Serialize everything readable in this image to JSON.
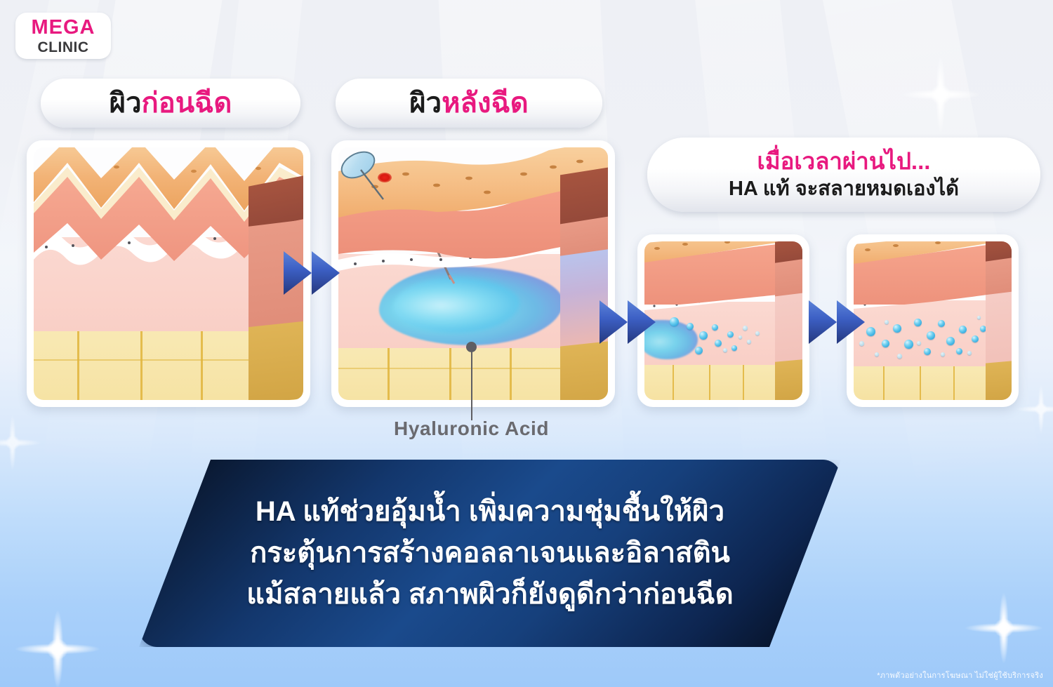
{
  "brand": {
    "logo_line1": "MEGA",
    "logo_line2": "CLINIC",
    "pink": "#e8197f",
    "dark": "#3a3a3c"
  },
  "labels": {
    "before": {
      "prefix": "ผิว",
      "highlight": "ก่อนฉีด"
    },
    "after": {
      "prefix": "ผิว",
      "highlight": "หลังฉีด"
    },
    "overtime": {
      "line1": "เมื่อเวลาผ่านไป...",
      "line2": "HA แท้ จะสลายหมดเองได้"
    }
  },
  "callout": {
    "hyaluronic_acid": "Hyaluronic Acid"
  },
  "panels": [
    {
      "id": "panel-before-injection",
      "caption_ref": "before"
    },
    {
      "id": "panel-after-injection",
      "caption_ref": "after"
    },
    {
      "id": "panel-ha-breaking-down",
      "caption_ref": "overtime"
    },
    {
      "id": "panel-ha-dissolved",
      "caption_ref": "overtime"
    }
  ],
  "banner": {
    "line1": "HA แท้ช่วยอุ้มน้ำ เพิ่มความชุ่มชื้นให้ผิว",
    "line2": "กระตุ้นการสร้างคอลลาเจนและอิลาสติน",
    "line3": "แม้สลายแล้ว สภาพผิวก็ยังดูดีกว่าก่อนฉีด",
    "bg_color": "#1a4a8c",
    "text_color": "#ffffff"
  },
  "footer": {
    "disclaimer": "*ภาพตัวอย่างในการโฆษณา ไม่ใช่ผู้ใช้บริการจริง"
  }
}
